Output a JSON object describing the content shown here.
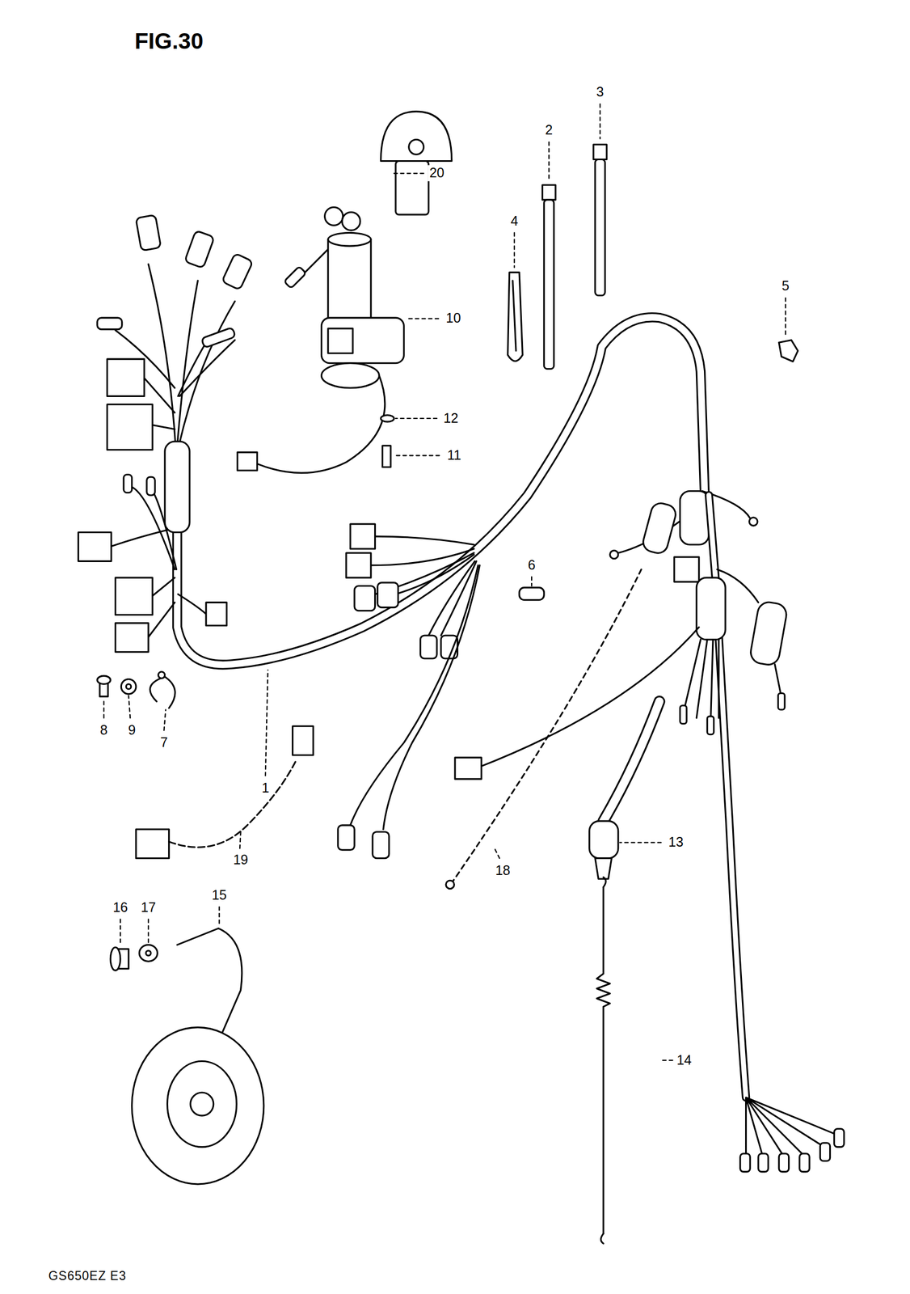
{
  "diagram": {
    "title": "FIG.30",
    "caption": "GS650EZ E3",
    "labels": [
      "20",
      "3",
      "2",
      "4",
      "5",
      "10",
      "12",
      "11",
      "6",
      "8",
      "9",
      "7",
      "1",
      "19",
      "13",
      "18",
      "15",
      "17",
      "16",
      "14"
    ]
  }
}
